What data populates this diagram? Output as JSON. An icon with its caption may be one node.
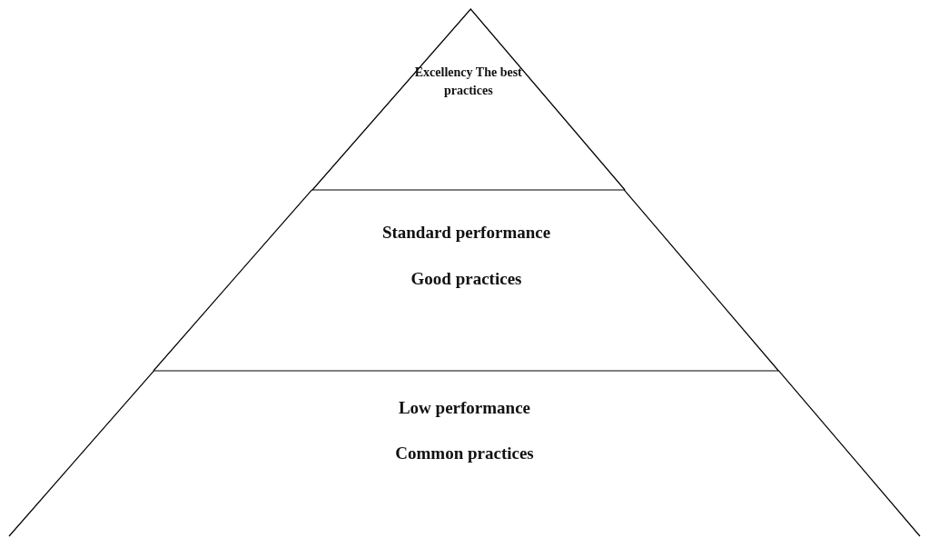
{
  "diagram": {
    "nodes": [
      {
        "text": [
          "Excellency The best practices"
        ]
      },
      {
        "text": [
          "Standard performance",
          "Good practices"
        ]
      },
      {
        "text": [
          "Low performance",
          "Common practices"
        ]
      }
    ]
  }
}
